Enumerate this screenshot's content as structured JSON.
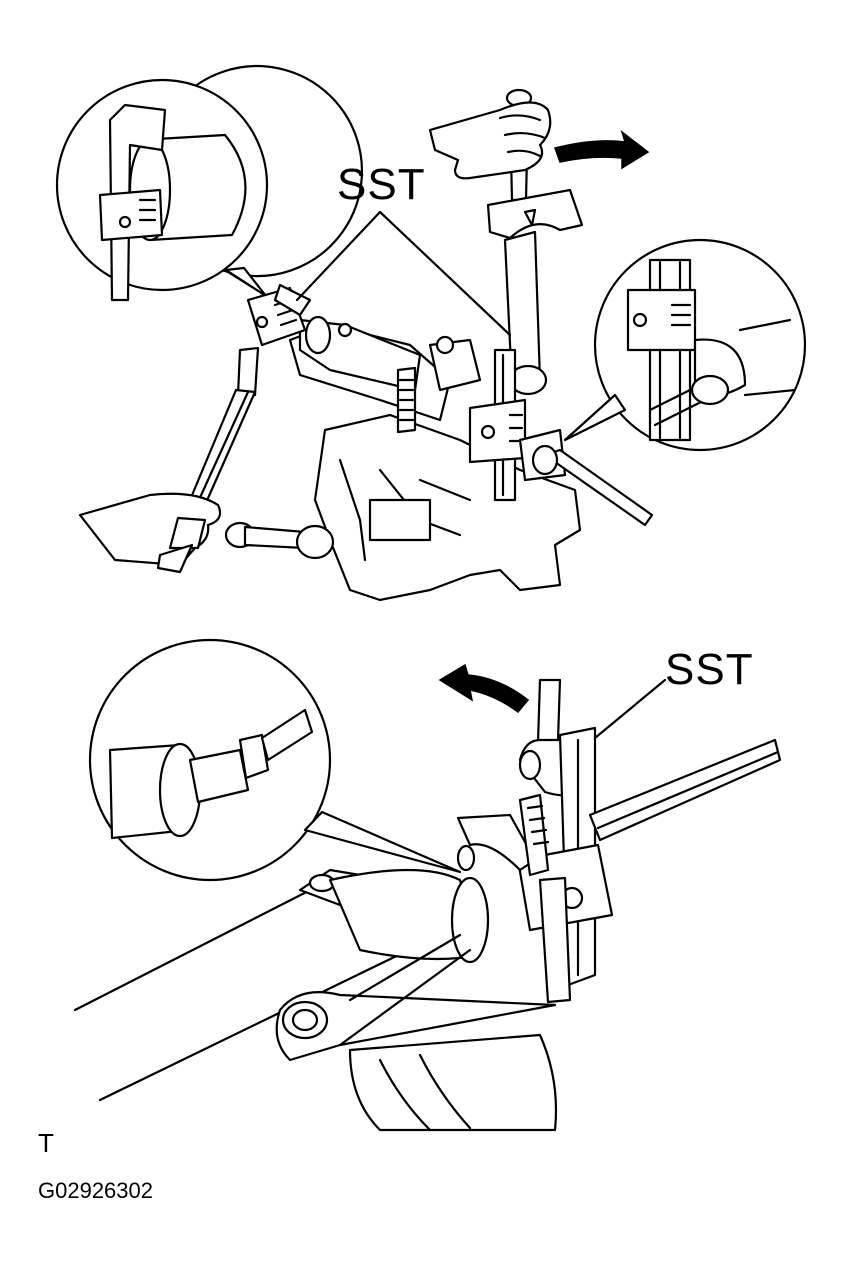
{
  "labels": {
    "sst_top": "SST",
    "sst_bottom": "SST",
    "corner_mark": "T",
    "figure_code": "G02926302"
  },
  "icons": {
    "rotation_arrow": "curved-arrow-icon",
    "hand": "hand-icon",
    "wrench": "wrench-icon"
  },
  "colors": {
    "line": "#000000",
    "background": "#ffffff"
  }
}
